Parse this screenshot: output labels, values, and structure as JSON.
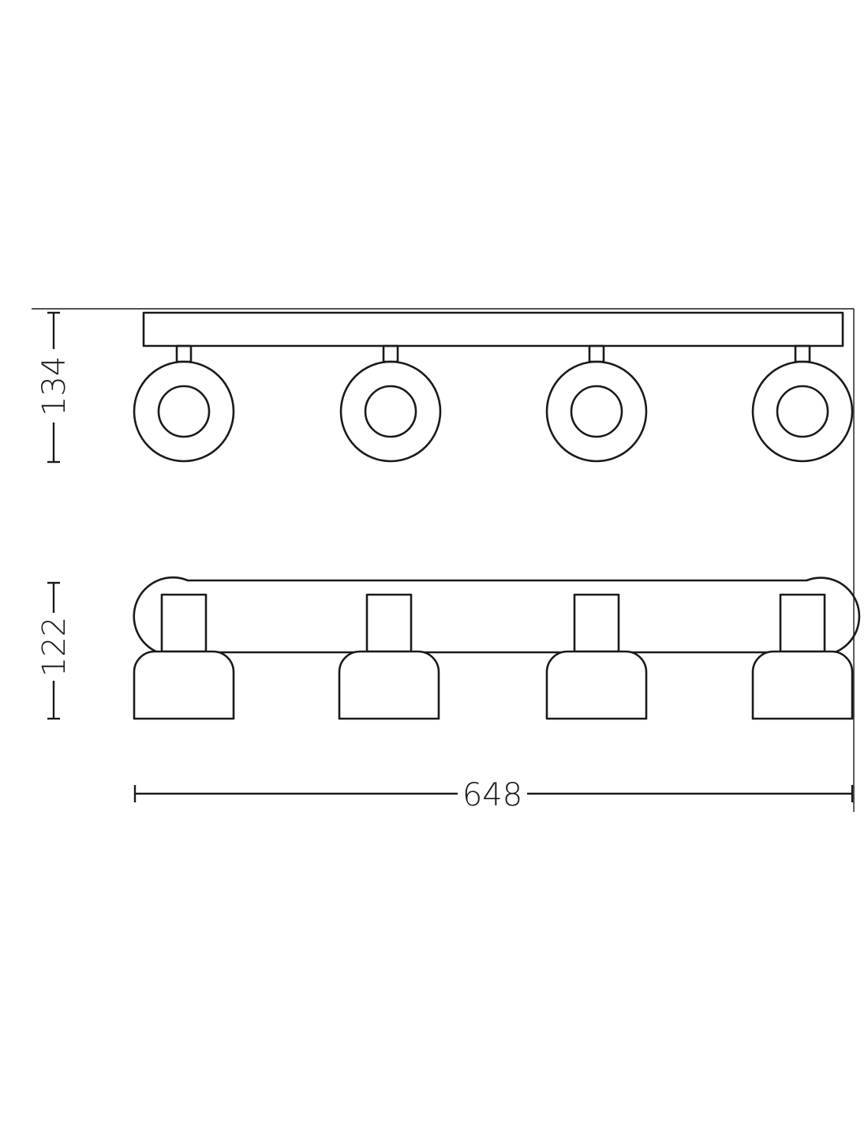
{
  "dimensions": {
    "height_top_view": "134",
    "height_side_view": "122",
    "overall_width": "648"
  },
  "colors": {
    "line": "#1a1a1a",
    "background": "#ffffff"
  },
  "spot_count": 4
}
